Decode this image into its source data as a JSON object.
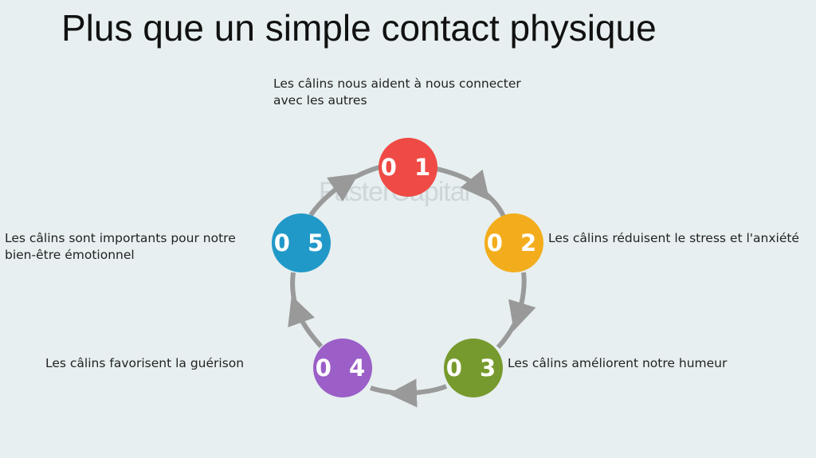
{
  "title": "Plus que un simple contact physique",
  "watermark": "FasterCapital",
  "steps": [
    {
      "number": "0 1",
      "text_line1": "Les câlins nous aident à nous connecter",
      "text_line2": "avec les autres",
      "color": "#ef4a45"
    },
    {
      "number": "0 2",
      "text_line1": "Les câlins réduisent le stress et l'anxiété",
      "color": "#f3ad1c"
    },
    {
      "number": "0 3",
      "text_line1": "Les câlins améliorent notre humeur",
      "color": "#779a2e"
    },
    {
      "number": "0 4",
      "text_line1": "Les câlins favorisent la guérison",
      "color": "#9b5fc7"
    },
    {
      "number": "0 5",
      "text_line1": "Les câlins sont importants pour notre",
      "text_line2": "bien-être émotionnel",
      "color": "#2199c8"
    }
  ]
}
